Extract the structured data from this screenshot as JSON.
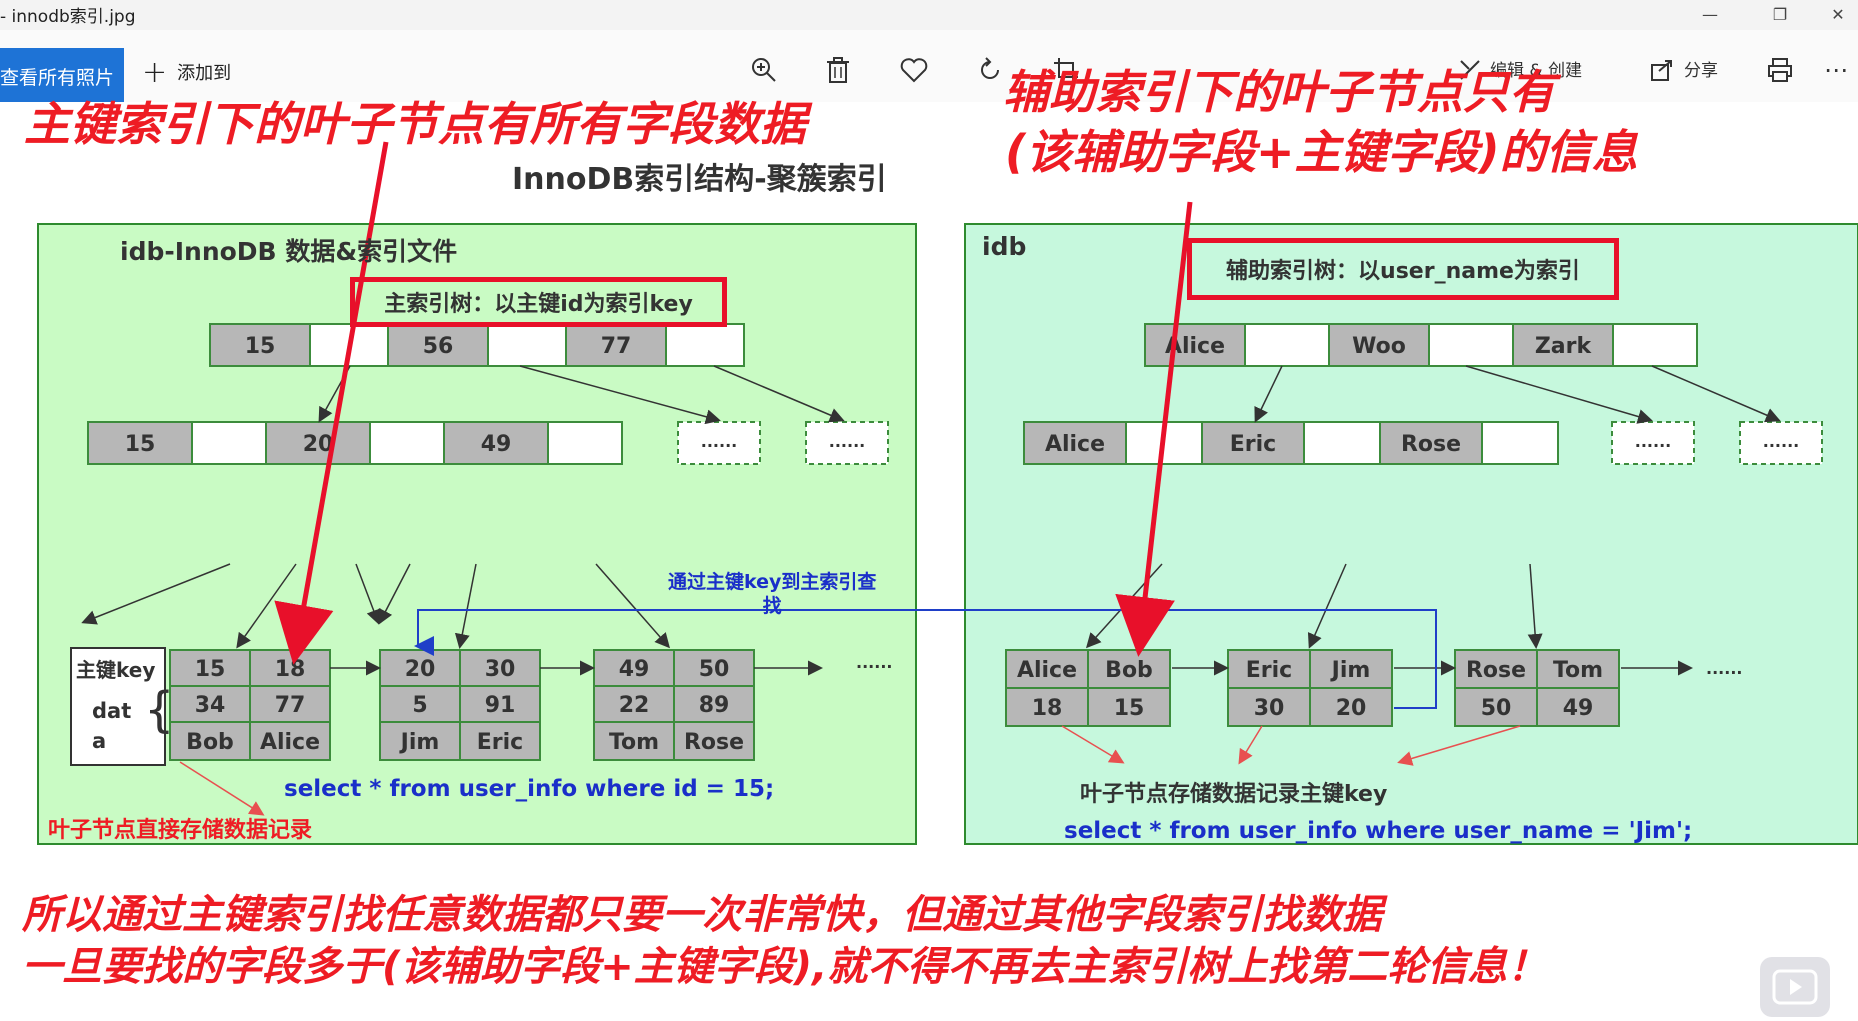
{
  "window": {
    "title": "- innodb索引.jpg",
    "controls": [
      "—",
      "❐",
      "✕"
    ]
  },
  "toolbar": {
    "view_all_label": "查看所有照片",
    "add_label": "添加到",
    "edit_label": "编辑 & 创建",
    "share_label": "分享",
    "icons": [
      "zoom-in-icon",
      "delete-icon",
      "heart-icon",
      "rotate-icon",
      "crop-icon",
      "edit-icon",
      "share-icon",
      "print-icon",
      "more-icon"
    ]
  },
  "annotations": {
    "top_left": "主键索引下的叶子节点有所有字段数据",
    "top_right_1": "辅助索引下的叶子节点只有",
    "top_right_2": "(该辅助字段+主键字段)的信息",
    "bottom_1": "所以通过主键索引找任意数据都只要一次非常快，但通过其他字段索引找数据",
    "bottom_2": "一旦要找的字段多于(该辅助字段+主键字段),就不得不再去主索引树上找第二轮信息！"
  },
  "diagram": {
    "title": "InnoDB索引结构-聚簇索引",
    "left_panel": {
      "title": "idb-InnoDB 数据&索引文件",
      "tree_label": "主索引树：以主键id为索引key",
      "root_keys": [
        "15",
        "56",
        "77"
      ],
      "mid_keys": [
        "15",
        "20",
        "49"
      ],
      "ellipsis": "......",
      "leaf_header_key": "主键key",
      "leaf_header_data": "dat\na",
      "leaves": [
        {
          "ids": [
            "15",
            "18"
          ],
          "c1": [
            "34",
            "77"
          ],
          "c2": [
            "Bob",
            "Alice"
          ]
        },
        {
          "ids": [
            "20",
            "30"
          ],
          "c1": [
            "5",
            "91"
          ],
          "c2": [
            "Jim",
            "Eric"
          ]
        },
        {
          "ids": [
            "49",
            "50"
          ],
          "c1": [
            "22",
            "89"
          ],
          "c2": [
            "Tom",
            "Rose"
          ]
        }
      ],
      "leaf_note": "叶子节点直接存储数据记录",
      "query": "select  * from user_info  where id = 15;"
    },
    "right_panel": {
      "title": "idb",
      "tree_label": "辅助索引树：以user_name为索引",
      "root_keys": [
        "Alice",
        "Woo",
        "Zark"
      ],
      "mid_keys": [
        "Alice",
        "Eric",
        "Rose"
      ],
      "ellipsis": "......",
      "leaves": [
        {
          "names": [
            "Alice",
            "Bob"
          ],
          "ids": [
            "18",
            "15"
          ]
        },
        {
          "names": [
            "Eric",
            "Jim"
          ],
          "ids": [
            "30",
            "20"
          ]
        },
        {
          "names": [
            "Rose",
            "Tom"
          ],
          "ids": [
            "50",
            "49"
          ]
        }
      ],
      "leaf_note": "叶子节点存储数据记录主键key",
      "query": "select  * from user_info  where user_name = 'Jim';"
    },
    "lookup_note": "通过主键key到主索引查\n找"
  },
  "colors": {
    "panel_left": "#c9fbc4",
    "panel_right": "#c6f8dd",
    "panel_border": "#2e8b2e",
    "cell_gray": "#b7b7b7",
    "cell_border": "#3c8c3c",
    "annotation_red": "#ee1c24",
    "query_blue": "#1a2fc9",
    "accent_blue": "#1e73d6"
  }
}
